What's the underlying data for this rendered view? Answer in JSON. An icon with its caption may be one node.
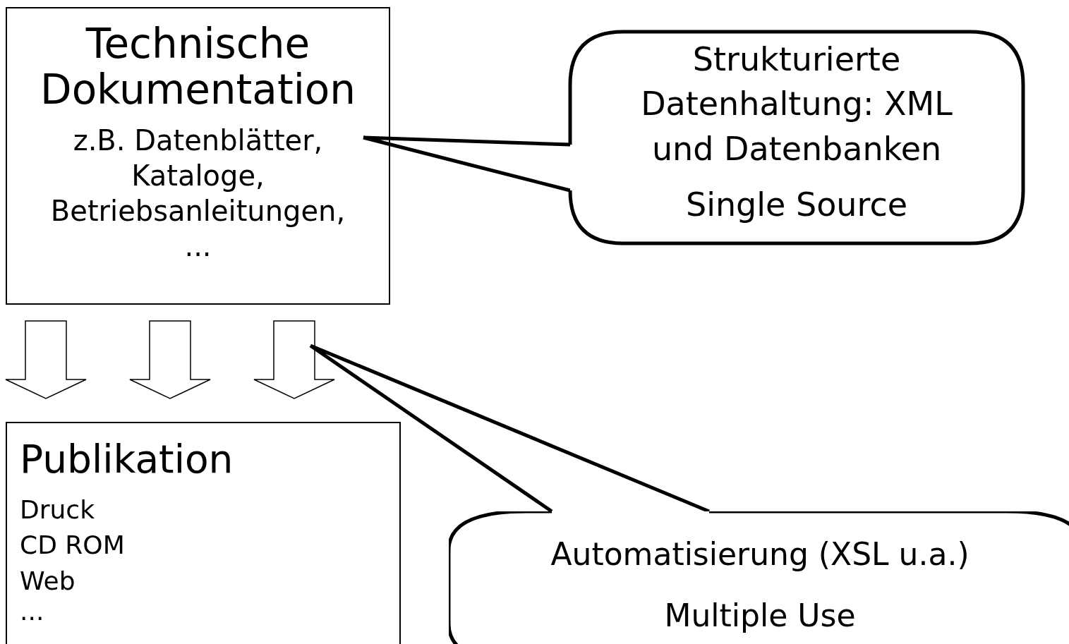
{
  "diagram": {
    "nodes": [
      {
        "text": [
          "Technische Dokumentation",
          "z.B. Datenblätter, Kataloge, Betriebsanleitungen, ..."
        ]
      },
      {
        "text": [
          "Strukturierte Datenhaltung: XML und Datenbanken",
          "Single Source"
        ]
      },
      {
        "text": [
          "Publikation",
          "Druck",
          "CD ROM",
          "Web",
          "..."
        ]
      },
      {
        "text": [
          "Automatisierung (XSL u.a.)",
          "Multiple Use"
        ]
      }
    ],
    "edges": [
      {
        "from": 0,
        "to": 2,
        "arrow": "to"
      },
      {
        "from": 0,
        "to": 2,
        "arrow": "to"
      },
      {
        "from": 0,
        "to": 2,
        "arrow": "to"
      },
      {
        "from": 1,
        "to": 0,
        "arrow": "none"
      },
      {
        "from": 3,
        "to": null,
        "arrow": "none"
      }
    ]
  }
}
